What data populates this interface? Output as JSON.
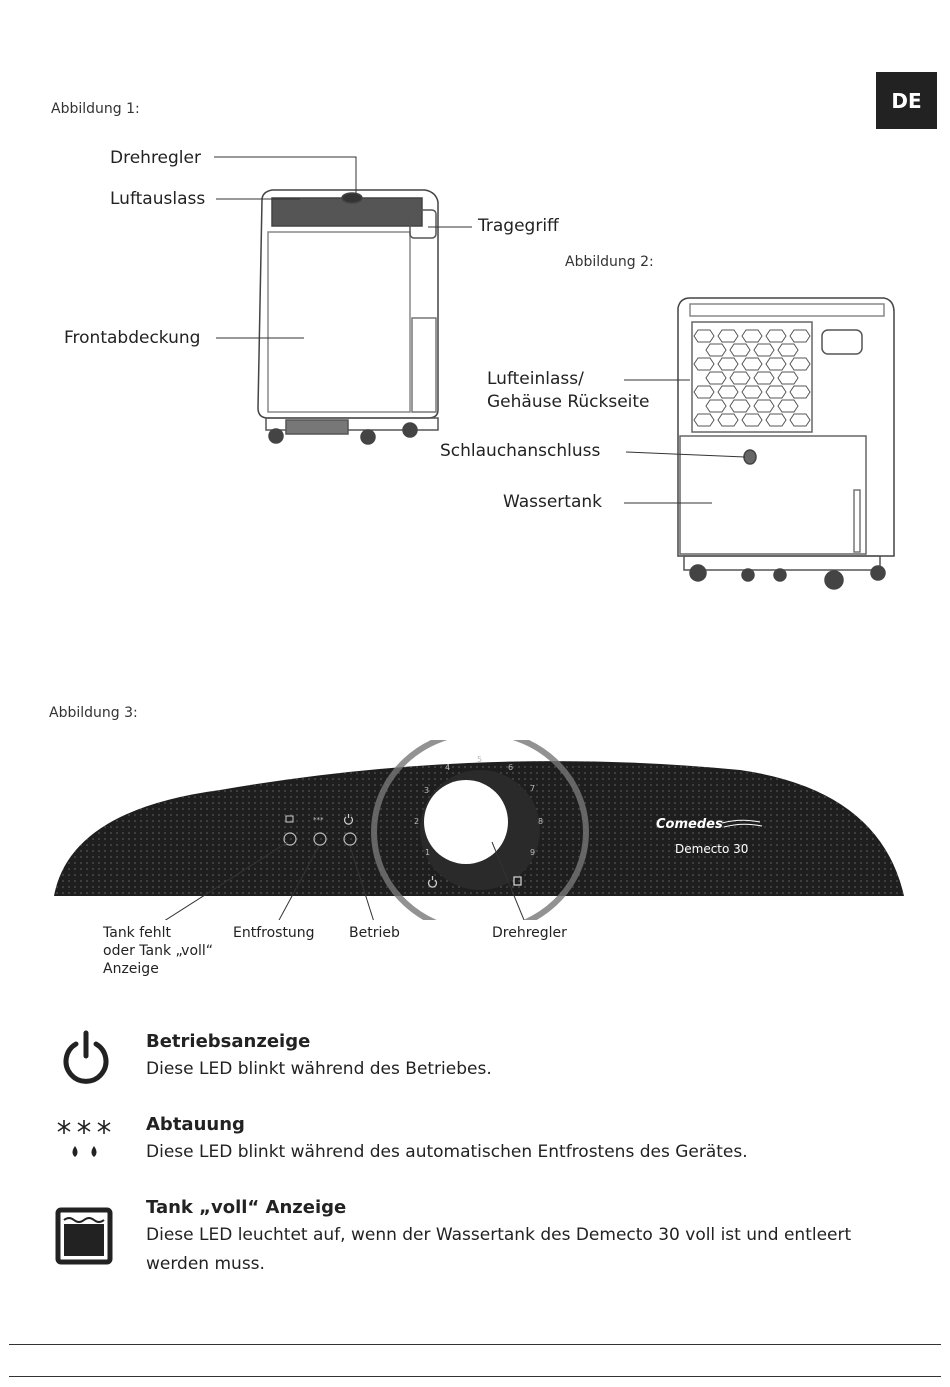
{
  "language_tab": "DE",
  "figure1": {
    "caption": "Abbildung 1:",
    "labels": {
      "knob": "Drehregler",
      "air_outlet": "Luftauslass",
      "handle": "Tragegriff",
      "front_cover": "Frontabdeckung"
    }
  },
  "figure2": {
    "caption": "Abbildung 2:",
    "labels": {
      "air_inlet_line1": "Lufteinlass/",
      "air_inlet_line2": "Gehäuse Rückseite",
      "hose_connection": "Schlauchanschluss",
      "water_tank": "Wassertank"
    }
  },
  "figure3": {
    "caption": "Abbildung 3:",
    "dial_numbers": [
      "1",
      "2",
      "3",
      "4",
      "5",
      "6",
      "7",
      "8",
      "9"
    ],
    "brand": "Comedes",
    "model": "Demecto 30",
    "labels": {
      "tank_line1": "Tank fehlt",
      "tank_line2": "oder Tank „voll“",
      "tank_line3": "Anzeige",
      "defrost": "Entfrostung",
      "operation": "Betrieb",
      "knob": "Drehregler"
    }
  },
  "legend": [
    {
      "icon": "power-icon",
      "title": "Betriebsanzeige",
      "desc_line1": "Diese LED blinkt während des Betriebes.",
      "desc_line2": ""
    },
    {
      "icon": "defrost-icon",
      "title": "Abtauung",
      "desc_line1": "Diese LED blinkt während des automatischen Entfrostens des Gerätes.",
      "desc_line2": ""
    },
    {
      "icon": "tank-full-icon",
      "title": "Tank „voll“ Anzeige",
      "desc_line1": "Diese LED leuchtet auf, wenn der Wassertank des Demecto 30 voll ist und entleert",
      "desc_line2": "werden muss."
    }
  ]
}
